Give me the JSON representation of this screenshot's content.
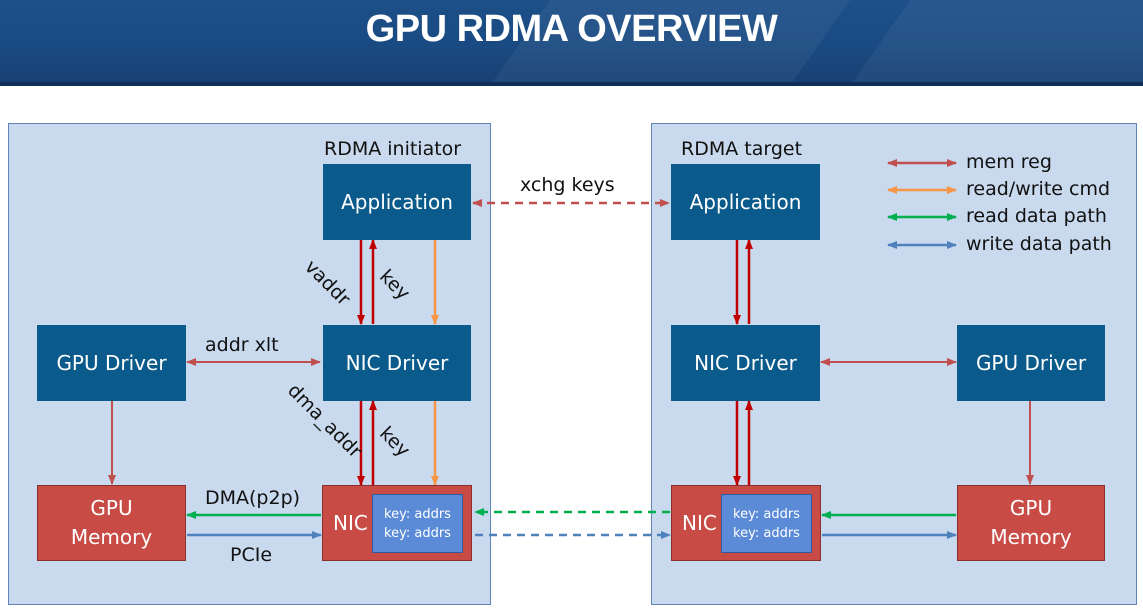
{
  "title": "GPU RDMA OVERVIEW",
  "initiator": {
    "heading": "RDMA initiator",
    "application": "Application",
    "nic_driver": "NIC Driver",
    "gpu_driver": "GPU Driver",
    "gpu_memory": [
      "GPU",
      "Memory"
    ],
    "nic": "NIC",
    "keys": [
      "key: addrs",
      "key: addrs"
    ]
  },
  "target": {
    "heading": "RDMA target",
    "application": "Application",
    "nic_driver": "NIC Driver",
    "gpu_driver": "GPU Driver",
    "gpu_memory": [
      "GPU",
      "Memory"
    ],
    "nic": "NIC",
    "keys": [
      "key: addrs",
      "key: addrs"
    ]
  },
  "labels": {
    "xchg_keys": "xchg keys",
    "vaddr": "vaddr",
    "key_top": "key",
    "addr_xlt": "addr xlt",
    "dma_addr": "dma_addr",
    "key_bottom": "key",
    "dma_p2p": "DMA(p2p)",
    "pcie": "PCIe"
  },
  "legend": [
    {
      "label": "mem reg",
      "color": "#c0504d"
    },
    {
      "label": "read/write cmd",
      "color": "#f79646"
    },
    {
      "label": "read data path",
      "color": "#00b050"
    },
    {
      "label": "write data path",
      "color": "#4f81bd"
    }
  ],
  "colors": {
    "header": "#1a4a82",
    "panel": "#c9d9ee",
    "component_blue": "#0b5a8c",
    "component_red": "#c84b45",
    "key_box": "#5b8bd6",
    "dark_red_arrow": "#c00000"
  }
}
